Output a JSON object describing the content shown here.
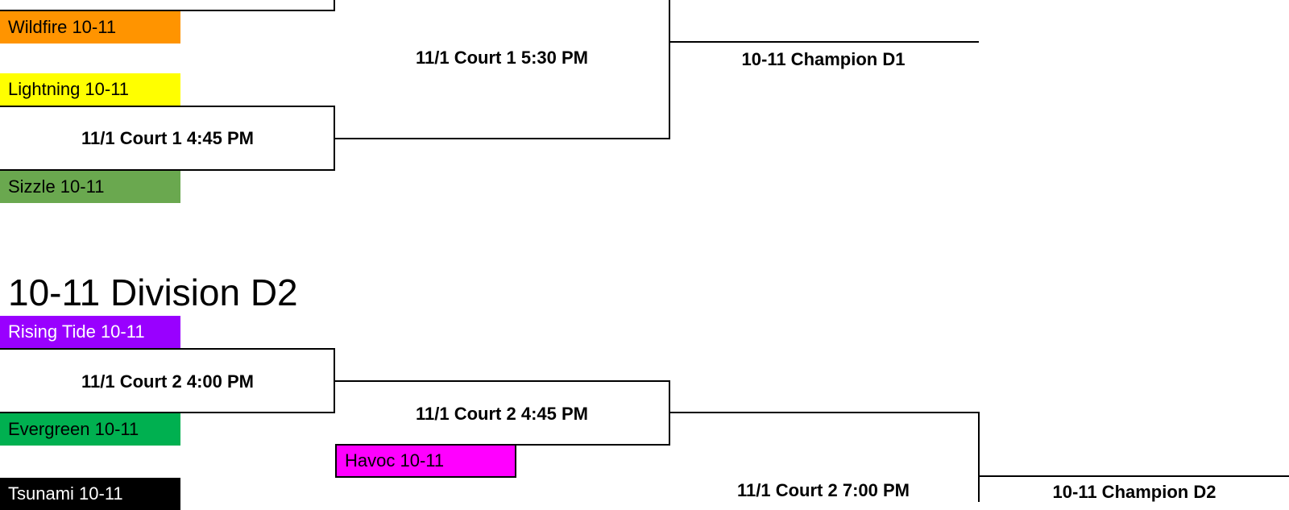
{
  "division_d1": {
    "teams": {
      "wildfire": {
        "label": "Wildfire 10-11",
        "color": "#ff9400"
      },
      "lightning": {
        "label": "Lightning 10-11",
        "color": "#ffff00"
      },
      "sizzle": {
        "label": "Sizzle 10-11",
        "color": "#6aa84f"
      }
    },
    "games": {
      "semifinal": "11/1 Court 1 4:45 PM",
      "final": "11/1 Court 1 5:30 PM"
    },
    "champion": "10-11 Champion D1"
  },
  "division_d2": {
    "title": "10-11 Division D2",
    "teams": {
      "rising_tide": {
        "label": "Rising Tide 10-11",
        "color": "#9900ff"
      },
      "evergreen": {
        "label": "Evergreen 10-11",
        "color": "#00b050"
      },
      "havoc": {
        "label": "Havoc 10-11",
        "color": "#ff00ff"
      },
      "tsunami": {
        "label": "Tsunami 10-11",
        "color": "#000000"
      }
    },
    "games": {
      "round1": "11/1 Court 2 4:00 PM",
      "round2": "11/1 Court 2 4:45 PM",
      "final": "11/1 Court 2 7:00 PM"
    },
    "champion": "10-11 Champion D2"
  }
}
